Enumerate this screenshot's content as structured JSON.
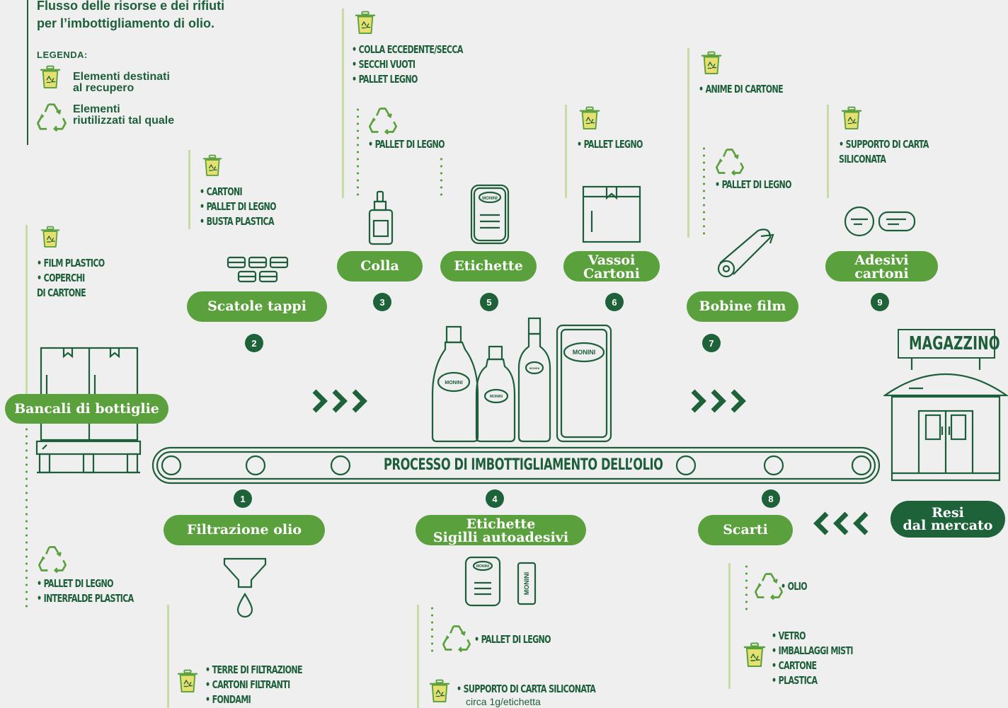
{
  "title": [
    "Flusso delle risorse e dei rifiuti",
    "per l’imbottigliamento di olio."
  ],
  "legend": {
    "heading": "LEGENDA:",
    "recover": [
      "Elementi destinati",
      "al recupero"
    ],
    "reuse": [
      "Elementi",
      "riutilizzati tal quale"
    ]
  },
  "steps": {
    "s1": {
      "num": "1",
      "label": "Filtrazione olio"
    },
    "s2": {
      "num": "2",
      "label": "Scatole tappi"
    },
    "s3": {
      "num": "3",
      "label": "Colla"
    },
    "s4": {
      "num": "4",
      "label": [
        "Etichette",
        "Sigilli autoadesivi"
      ]
    },
    "s5": {
      "num": "5",
      "label": "Etichette"
    },
    "s6": {
      "num": "6",
      "label": [
        "Vassoi",
        "Cartoni"
      ]
    },
    "s7": {
      "num": "7",
      "label": "Bobine film"
    },
    "s8": {
      "num": "8",
      "label": "Scarti"
    },
    "s9": {
      "num": "9",
      "label": [
        "Adesivi",
        "cartoni"
      ]
    },
    "bancali": {
      "label": "Bancali di bottiglie"
    },
    "resi": {
      "label": [
        "Resi",
        "dal mercato"
      ]
    }
  },
  "belt_label": "PROCESSO DI IMBOTTIGLIAMENTO DELL’OLIO",
  "warehouse_label": "MAGAZZINO",
  "brand": "MONINI",
  "lists": {
    "bancali_recover": [
      "• FILM PLASTICO",
      "• COPERCHI",
      "   DI CARTONE"
    ],
    "bancali_reuse": [
      "• PALLET DI LEGNO",
      "• INTERFALDE PLASTICA"
    ],
    "s2_recover": [
      "• CARTONI",
      "• PALLET DI LEGNO",
      "• BUSTA PLASTICA"
    ],
    "s3_recover": [
      "• COLLA ECCEDENTE/SECCA",
      "• SECCHI VUOTI",
      "• PALLET LEGNO"
    ],
    "s3_reuse": [
      "• PALLET DI LEGNO"
    ],
    "s6_recover": [
      "• PALLET LEGNO"
    ],
    "s7_recover": [
      "• ANIME DI CARTONE"
    ],
    "s7_reuse": [
      "• PALLET DI LEGNO"
    ],
    "s9_recover": [
      "• SUPPORTO DI CARTA",
      "   SILICONATA"
    ],
    "s1_recover": [
      "• TERRE DI FILTRAZIONE",
      "• CARTONI FILTRANTI",
      "• FONDAMI"
    ],
    "s4_reuse": [
      "• PALLET DI LEGNO"
    ],
    "s4_recover": [
      "• SUPPORTO DI CARTA SILICONATA"
    ],
    "s4_note": "circa 1g/etichetta",
    "s8_reuse": [
      "• OLIO"
    ],
    "s8_recover": [
      "• VETRO",
      "• IMBALLAGGI MISTI",
      "• CARTONE",
      "• PLASTICA"
    ]
  },
  "icons": [
    "recycle-bin-icon",
    "reuse-arrows-icon",
    "bottle-caps-icon",
    "glue-bottle-icon",
    "label-can-icon",
    "carton-box-icon",
    "film-roll-icon",
    "adhesive-labels-icon",
    "funnel-icon",
    "pallet-icon",
    "warehouse-icon",
    "chevrons-right-icon",
    "chevrons-left-icon"
  ],
  "colors": {
    "green": "#5aa03c",
    "dark_green": "#1d6239",
    "light_line": "#c7dca5",
    "background": "#f0efef"
  }
}
